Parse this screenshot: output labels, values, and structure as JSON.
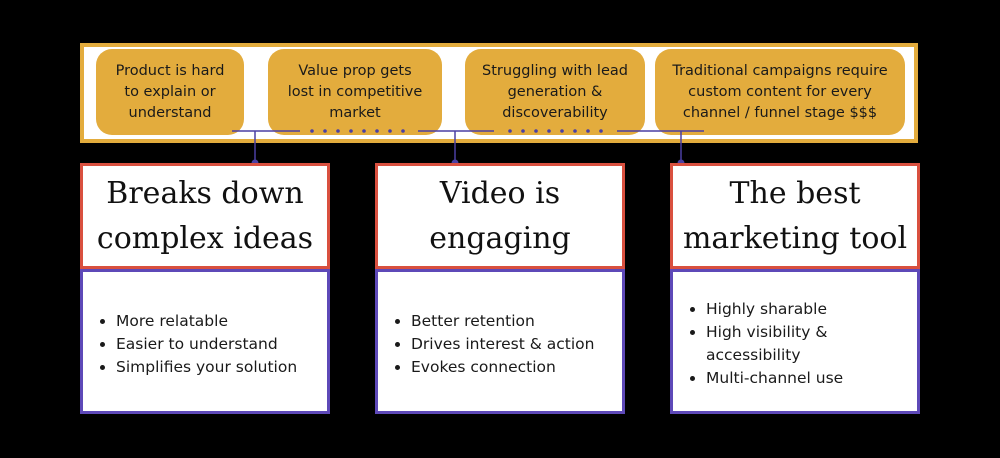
{
  "problems": [
    "Product is hard\nto explain or\nunderstand",
    "Value prop gets\nlost in competitive\nmarket",
    "Struggling with lead\ngeneration &\ndiscoverability",
    "Traditional campaigns require\ncustom content for every\nchannel / funnel stage $$$"
  ],
  "columns": [
    {
      "title": "Breaks down\ncomplex ideas",
      "bullets": [
        "More relatable",
        "Easier to understand",
        "Simplifies your solution"
      ]
    },
    {
      "title": "Video is\nengaging",
      "bullets": [
        "Better retention",
        "Drives interest & action",
        "Evokes connection"
      ]
    },
    {
      "title": "The best\nmarketing tool",
      "bullets": [
        "Highly sharable",
        "High visibility & accessibility",
        "Multi-channel use"
      ]
    }
  ],
  "colors": {
    "background": "#000000",
    "problem_fill": "#e3ac3d",
    "title_border": "#d9503f",
    "list_border": "#5e49b8",
    "connector": "#4a3fa3"
  }
}
